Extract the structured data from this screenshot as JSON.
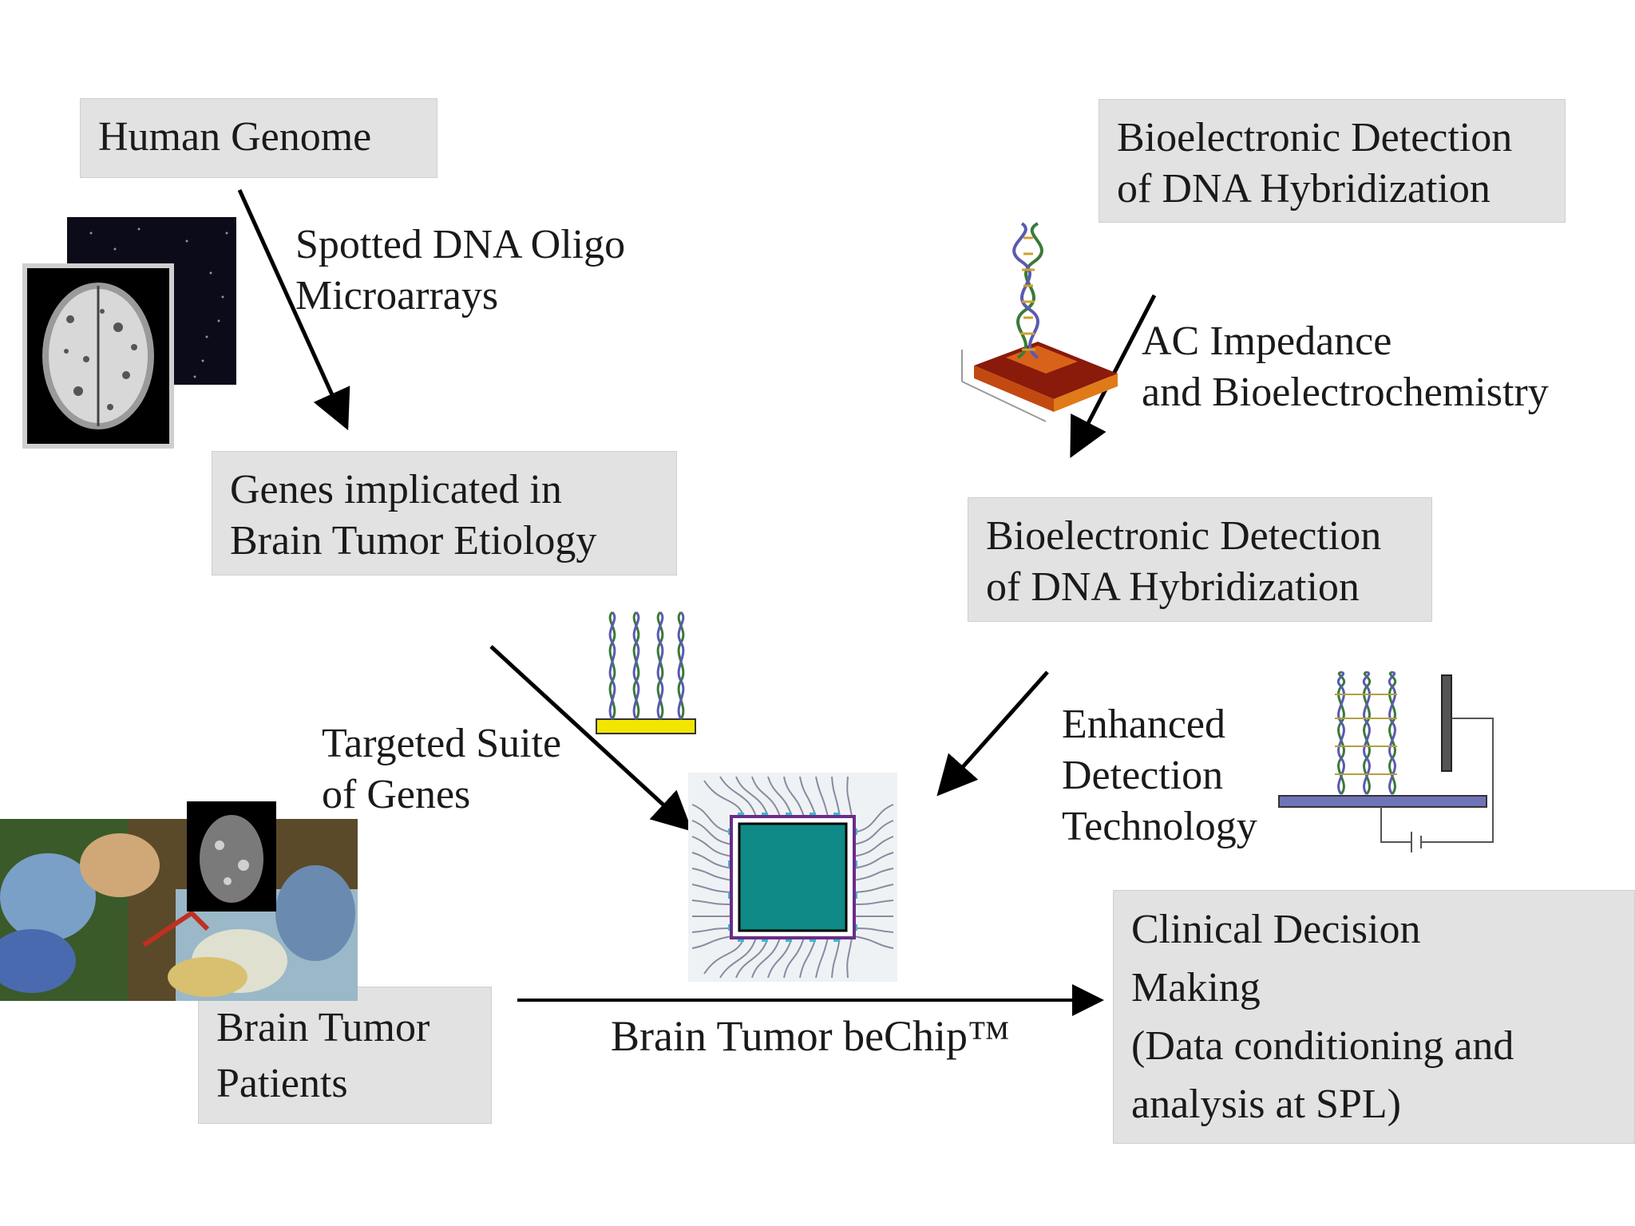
{
  "boxes": {
    "human_genome": "Human Genome",
    "bio_detection_top": [
      "Bioelectronic Detection",
      "of DNA Hybridization"
    ],
    "genes_implicated": [
      "Genes implicated in",
      "Brain Tumor Etiology"
    ],
    "bio_detection_mid": [
      "Bioelectronic Detection",
      "of DNA Hybridization"
    ],
    "brain_tumor_patients": [
      "Brain Tumor",
      "Patients"
    ],
    "clinical_decision": [
      "Clinical Decision",
      "Making",
      "(Data conditioning and",
      "analysis at SPL)"
    ]
  },
  "labels": {
    "spotted_dna": [
      "Spotted DNA Oligo",
      "Microarrays"
    ],
    "ac_impedance": [
      "AC Impedance",
      "and Bioelectrochemistry"
    ],
    "targeted_suite": [
      "Targeted Suite",
      "of Genes"
    ],
    "enhanced_detection": [
      "Enhanced",
      "Detection",
      "Technology"
    ],
    "chip_caption": "Brain Tumor beChip™"
  },
  "colors": {
    "box_fill": "#e2e2e2",
    "chip_core": "#0f8a86",
    "chip_border": "#6a2c8a",
    "substrate_yellow": "#f2e600",
    "electrode_blue": "#6f74b8",
    "arrow": "#000000"
  },
  "icons": [
    "brain-scan-icon",
    "microarray-icon",
    "dna-helix-3d-icon",
    "dna-probes-icon",
    "microchip-icon",
    "dna-electrode-icon",
    "surgery-photo-icon"
  ]
}
